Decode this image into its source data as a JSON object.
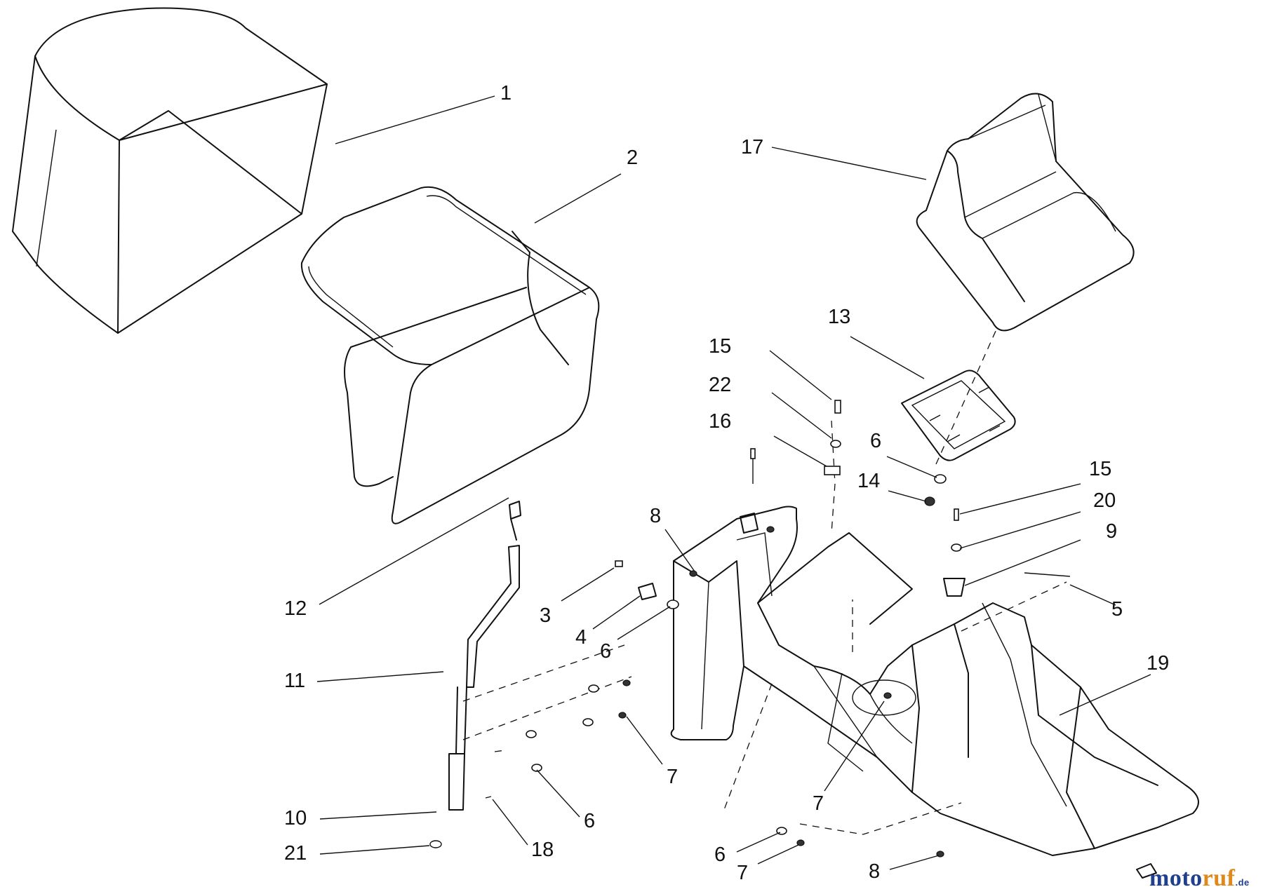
{
  "callouts": [
    {
      "id": "c1",
      "text": "1"
    },
    {
      "id": "c2",
      "text": "2"
    },
    {
      "id": "c17",
      "text": "17"
    },
    {
      "id": "c13",
      "text": "13"
    },
    {
      "id": "c15a",
      "text": "15"
    },
    {
      "id": "c22",
      "text": "22"
    },
    {
      "id": "c16",
      "text": "16"
    },
    {
      "id": "c6a",
      "text": "6"
    },
    {
      "id": "c14",
      "text": "14"
    },
    {
      "id": "c15b",
      "text": "15"
    },
    {
      "id": "c20",
      "text": "20"
    },
    {
      "id": "c9",
      "text": "9"
    },
    {
      "id": "c5",
      "text": "5"
    },
    {
      "id": "c19",
      "text": "19"
    },
    {
      "id": "c8a",
      "text": "8"
    },
    {
      "id": "c12",
      "text": "12"
    },
    {
      "id": "c3",
      "text": "3"
    },
    {
      "id": "c4",
      "text": "4"
    },
    {
      "id": "c6b",
      "text": "6"
    },
    {
      "id": "c11",
      "text": "11"
    },
    {
      "id": "c7a",
      "text": "7"
    },
    {
      "id": "c7b",
      "text": "7"
    },
    {
      "id": "c10",
      "text": "10"
    },
    {
      "id": "c6c",
      "text": "6"
    },
    {
      "id": "c21",
      "text": "21"
    },
    {
      "id": "c18",
      "text": "18"
    },
    {
      "id": "c6d",
      "text": "6"
    },
    {
      "id": "c7c",
      "text": "7"
    },
    {
      "id": "c8b",
      "text": "8"
    }
  ],
  "watermark": {
    "part1": "moto",
    "part2": "ruf",
    "suffix": ".de"
  }
}
